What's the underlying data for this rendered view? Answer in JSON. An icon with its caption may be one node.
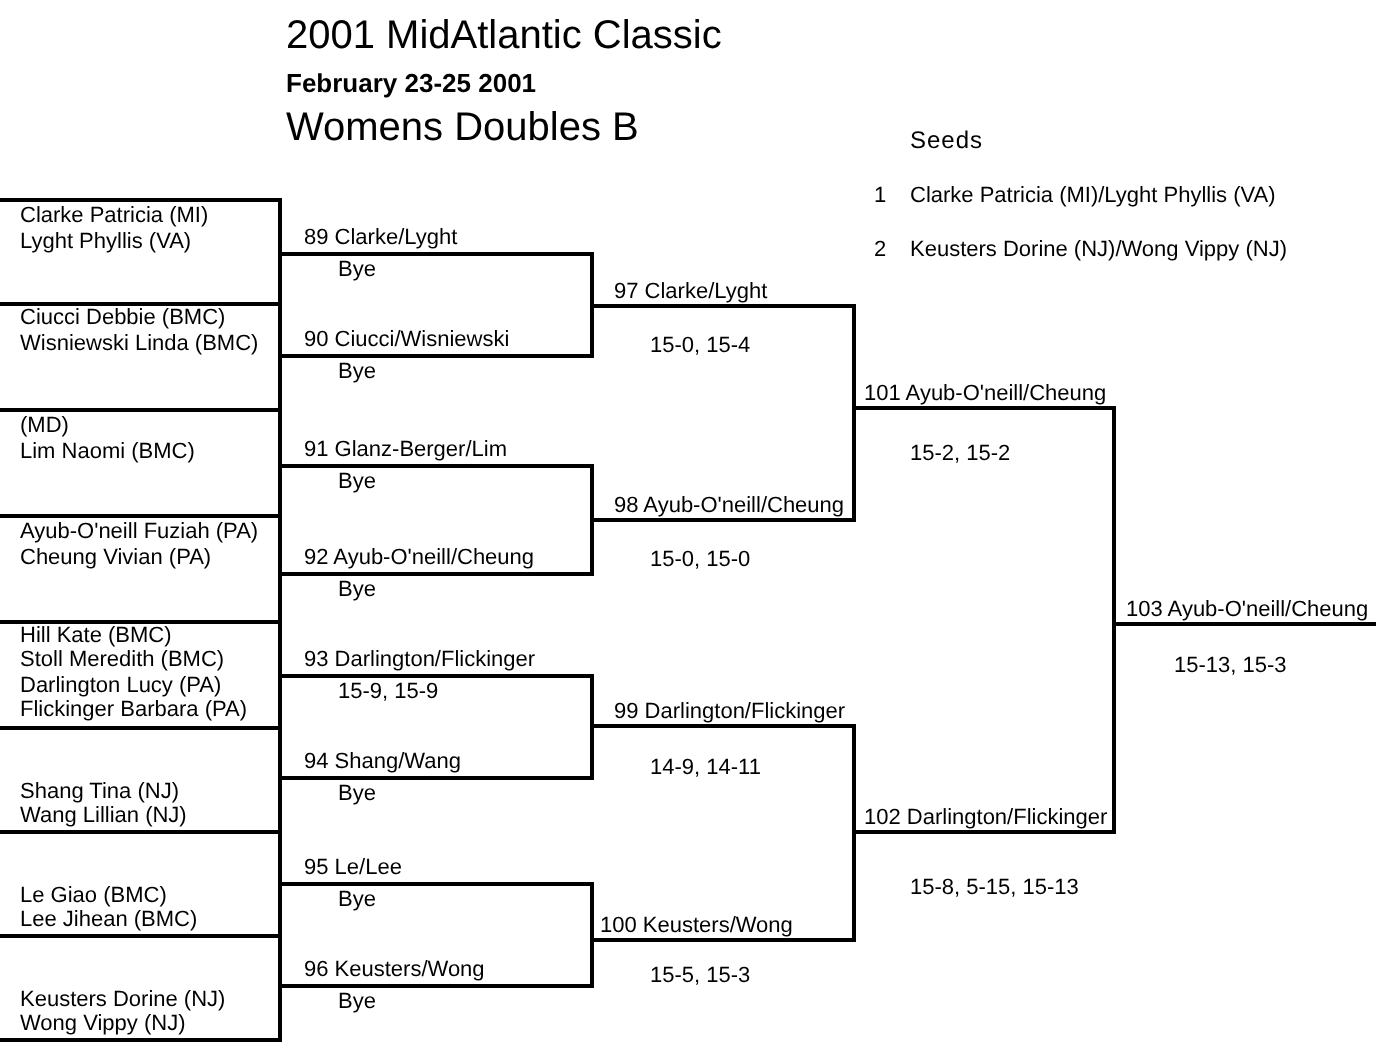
{
  "diagram": {
    "title": "2001 MidAtlantic Classic",
    "labels": [
      "February 23-25 2001",
      "Womens Doubles B",
      "Seeds",
      "1",
      "Clarke Patricia (MI)/Lyght Phyllis (VA)",
      "2",
      "Keusters Dorine (NJ)/Wong Vippy (NJ)",
      "Clarke Patricia (MI)",
      "Lyght Phyllis (VA)",
      "Ciucci Debbie (BMC)",
      "Wisniewski Linda (BMC)",
      "(MD)",
      "Lim Naomi (BMC)",
      "Ayub-O'neill Fuziah (PA)",
      "Cheung Vivian (PA)",
      "Hill Kate (BMC)",
      "Stoll Meredith (BMC)",
      "Darlington Lucy (PA)",
      "Flickinger Barbara (PA)",
      "Shang Tina (NJ)",
      "Wang Lillian (NJ)",
      "Le Giao (BMC)",
      "Lee Jihean (BMC)",
      "Keusters Dorine (NJ)",
      "Wong Vippy (NJ)",
      "89 Clarke/Lyght",
      "Bye",
      "90 Ciucci/Wisniewski",
      "Bye",
      "91 Glanz-Berger/Lim",
      "Bye",
      "92 Ayub-O'neill/Cheung",
      "Bye",
      "93 Darlington/Flickinger",
      "15-9, 15-9",
      "94 Shang/Wang",
      "Bye",
      "95 Le/Lee",
      "Bye",
      "96 Keusters/Wong",
      "Bye",
      "97 Clarke/Lyght",
      "15-0, 15-4",
      "98 Ayub-O'neill/Cheung",
      "15-0, 15-0",
      "99 Darlington/Flickinger",
      "14-9, 14-11",
      "100 Keusters/Wong",
      "15-5, 15-3",
      "101 Ayub-O'neill/Cheung",
      "15-2, 15-2",
      "102 Darlington/Flickinger",
      "15-8, 5-15, 15-13",
      "103 Ayub-O'neill/Cheung",
      "15-13, 15-3"
    ]
  }
}
